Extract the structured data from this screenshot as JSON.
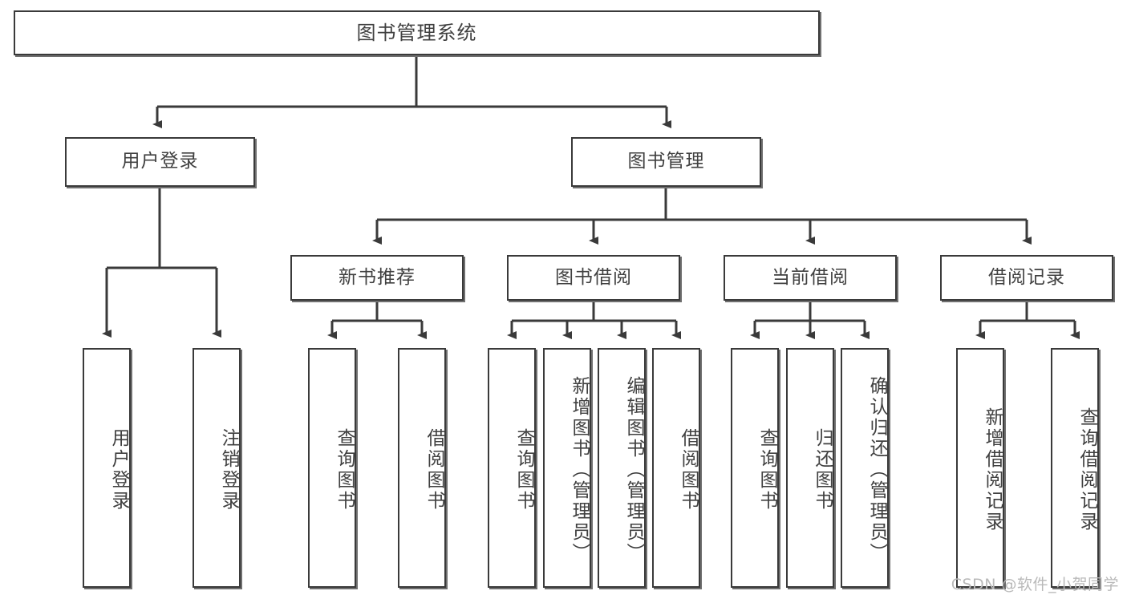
{
  "diagram": {
    "title_node": {
      "label": "图书管理系统"
    },
    "level2": [
      {
        "label": "用户登录"
      },
      {
        "label": "图书管理"
      }
    ],
    "level3": [
      {
        "label": "新书推荐"
      },
      {
        "label": "图书借阅"
      },
      {
        "label": "当前借阅"
      },
      {
        "label": "借阅记录"
      }
    ],
    "leaves": {
      "user_login": [
        {
          "label": "用户登录"
        },
        {
          "label": "注销登录"
        }
      ],
      "new_book_recommend": [
        {
          "label": "查询图书"
        },
        {
          "label": "借阅图书"
        }
      ],
      "book_borrow": [
        {
          "label": "查询图书"
        },
        {
          "label": "新增图书（管理员）"
        },
        {
          "label": "编辑图书（管理员）"
        },
        {
          "label": "借阅图书"
        }
      ],
      "current_borrow": [
        {
          "label": "查询图书"
        },
        {
          "label": "归还图书"
        },
        {
          "label": "确认归还（管理员）"
        }
      ],
      "borrow_record": [
        {
          "label": "新增借阅记录"
        },
        {
          "label": "查询借阅记录"
        }
      ]
    }
  },
  "watermark": {
    "text": "CSDN @软件_小贺同学"
  },
  "colors": {
    "box_border": "#3a3a3a",
    "box_shadow": "#6f6f6f",
    "text": "#404040",
    "line": "#3a3a3a",
    "background": "#ffffff",
    "watermark": "#b9b9b9"
  }
}
